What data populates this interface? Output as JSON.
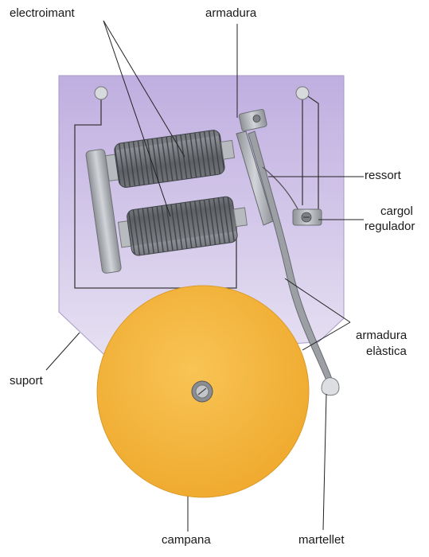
{
  "labels": {
    "electroimant": "electroimant",
    "armadura": "armadura",
    "ressort": "ressort",
    "cargol_line1": "cargol",
    "cargol_line2": "regulador",
    "armadura_elastica_line1": "armadura",
    "armadura_elastica_line2": "elàstica",
    "suport": "suport",
    "campana": "campana",
    "martellet": "martellet"
  },
  "colors": {
    "support_fill": "#c7b8e3",
    "bell_fill": "#f4b43c",
    "coil_fill": "#6f7479",
    "metal": "#a9adb2"
  }
}
